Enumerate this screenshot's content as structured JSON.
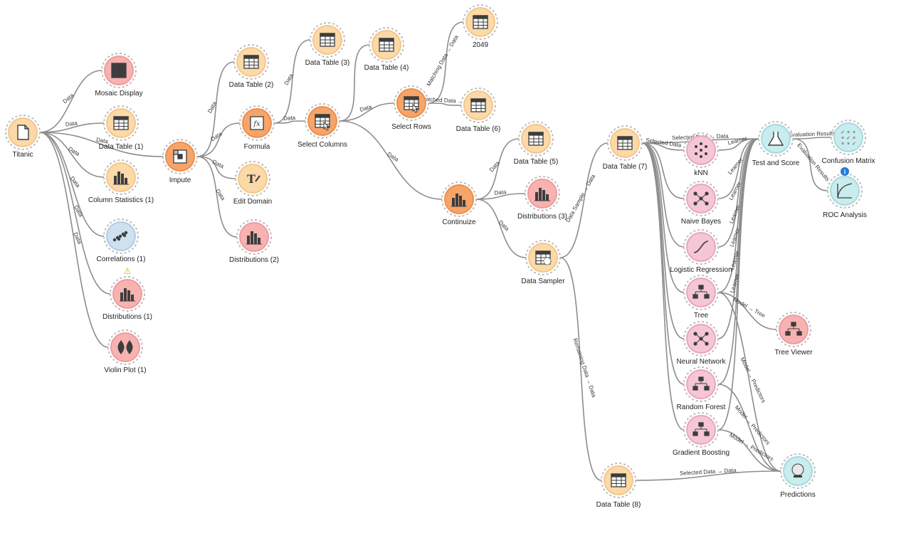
{
  "colors": {
    "data_widget": "#fbd9a8",
    "data_widget_ring": "#f5c78a",
    "transform_widget": "#f6a56a",
    "transform_ring": "#ef8e4a",
    "visualize_widget": "#f7b2b2",
    "visualize_ring": "#f29b9b",
    "model_widget": "#f5c6d6",
    "eval_widget": "#c9ecee",
    "corr_widget": "#cfe0f0",
    "link": "#8d8d8d"
  },
  "nodes": [
    {
      "id": "titanic",
      "label": "Titanic",
      "icon": "file-icon",
      "kind": "data"
    },
    {
      "id": "mosaic",
      "label": "Mosaic Display",
      "icon": "mosaic-icon",
      "kind": "visualize"
    },
    {
      "id": "dt1",
      "label": "Data Table (1)",
      "icon": "table-icon",
      "kind": "data"
    },
    {
      "id": "colstats",
      "label": "Column Statistics (1)",
      "icon": "bars-icon",
      "kind": "data"
    },
    {
      "id": "corr",
      "label": "Correlations (1)",
      "icon": "scatter-icon",
      "kind": "corr"
    },
    {
      "id": "dist1",
      "label": "Distributions (1)",
      "icon": "histogram-icon",
      "kind": "visualize",
      "warning": "⚠"
    },
    {
      "id": "violin",
      "label": "Violin Plot (1)",
      "icon": "violin-icon",
      "kind": "visualize"
    },
    {
      "id": "impute",
      "label": "Impute",
      "icon": "impute-icon",
      "kind": "transform"
    },
    {
      "id": "dt2",
      "label": "Data Table (2)",
      "icon": "table-icon",
      "kind": "data"
    },
    {
      "id": "formula",
      "label": "Formula",
      "icon": "formula-icon",
      "kind": "transform"
    },
    {
      "id": "editdomain",
      "label": "Edit Domain",
      "icon": "edit-domain-icon",
      "kind": "data"
    },
    {
      "id": "dist2",
      "label": "Distributions (2)",
      "icon": "histogram-icon",
      "kind": "visualize"
    },
    {
      "id": "dt3",
      "label": "Data Table (3)",
      "icon": "table-icon",
      "kind": "data"
    },
    {
      "id": "selcols",
      "label": "Select Columns",
      "icon": "select-columns-icon",
      "kind": "transform"
    },
    {
      "id": "dt4",
      "label": "Data Table (4)",
      "icon": "table-icon",
      "kind": "data"
    },
    {
      "id": "selrows",
      "label": "Select Rows",
      "icon": "select-rows-icon",
      "kind": "transform"
    },
    {
      "id": "n2049",
      "label": "2049",
      "icon": "table-icon",
      "kind": "data"
    },
    {
      "id": "dt6",
      "label": "Data Table (6)",
      "icon": "table-icon",
      "kind": "data"
    },
    {
      "id": "continuize",
      "label": "Continuize",
      "icon": "continuize-icon",
      "kind": "transform"
    },
    {
      "id": "dt5",
      "label": "Data Table (5)",
      "icon": "table-icon",
      "kind": "data"
    },
    {
      "id": "dist3",
      "label": "Distributions (3)",
      "icon": "histogram-icon",
      "kind": "visualize"
    },
    {
      "id": "sampler",
      "label": "Data Sampler",
      "icon": "sampler-icon",
      "kind": "data"
    },
    {
      "id": "dt7",
      "label": "Data Table (7)",
      "icon": "table-icon",
      "kind": "data"
    },
    {
      "id": "dt8",
      "label": "Data Table (8)",
      "icon": "table-icon",
      "kind": "data"
    },
    {
      "id": "knn",
      "label": "kNN",
      "icon": "knn-icon",
      "kind": "model"
    },
    {
      "id": "nb",
      "label": "Naive Bayes",
      "icon": "naive-bayes-icon",
      "kind": "model"
    },
    {
      "id": "logreg",
      "label": "Logistic Regression",
      "icon": "logistic-icon",
      "kind": "model"
    },
    {
      "id": "tree",
      "label": "Tree",
      "icon": "tree-icon",
      "kind": "model"
    },
    {
      "id": "nn",
      "label": "Neural Network",
      "icon": "neural-network-icon",
      "kind": "model"
    },
    {
      "id": "rf",
      "label": "Random Forest",
      "icon": "random-forest-icon",
      "kind": "model"
    },
    {
      "id": "gb",
      "label": "Gradient Boosting",
      "icon": "gradient-boosting-icon",
      "kind": "model"
    },
    {
      "id": "testscore",
      "label": "Test and Score",
      "icon": "flask-icon",
      "kind": "eval"
    },
    {
      "id": "confmat",
      "label": "Confusion Matrix",
      "icon": "confusion-matrix-icon",
      "kind": "eval"
    },
    {
      "id": "roc",
      "label": "ROC Analysis",
      "icon": "roc-icon",
      "kind": "eval",
      "info": "i"
    },
    {
      "id": "treeviewer",
      "label": "Tree Viewer",
      "icon": "tree-viewer-icon",
      "kind": "visualize"
    },
    {
      "id": "predictions",
      "label": "Predictions",
      "icon": "crystal-ball-icon",
      "kind": "eval"
    }
  ],
  "links": [
    {
      "from": "titanic",
      "to": "mosaic",
      "label": "Data"
    },
    {
      "from": "titanic",
      "to": "dt1",
      "label": "Data"
    },
    {
      "from": "titanic",
      "to": "impute",
      "label": "Data"
    },
    {
      "from": "titanic",
      "to": "colstats",
      "label": "Data"
    },
    {
      "from": "titanic",
      "to": "corr",
      "label": "Data"
    },
    {
      "from": "titanic",
      "to": "dist1",
      "label": "Data"
    },
    {
      "from": "titanic",
      "to": "violin",
      "label": "Data"
    },
    {
      "from": "impute",
      "to": "dt2",
      "label": "Data"
    },
    {
      "from": "impute",
      "to": "formula",
      "label": "Data"
    },
    {
      "from": "impute",
      "to": "editdomain",
      "label": "Data"
    },
    {
      "from": "impute",
      "to": "dist2",
      "label": "Data"
    },
    {
      "from": "formula",
      "to": "dt3",
      "label": "Data"
    },
    {
      "from": "formula",
      "to": "selcols",
      "label": "Data"
    },
    {
      "from": "selcols",
      "to": "dt4",
      "label": ""
    },
    {
      "from": "selcols",
      "to": "selrows",
      "label": "Data"
    },
    {
      "from": "selcols",
      "to": "continuize",
      "label": "Data"
    },
    {
      "from": "selrows",
      "to": "n2049",
      "label": "Matching Data → Data"
    },
    {
      "from": "selrows",
      "to": "dt6",
      "label": "Unmatched Data → Data"
    },
    {
      "from": "continuize",
      "to": "dt5",
      "label": "Data"
    },
    {
      "from": "continuize",
      "to": "dist3",
      "label": "Data"
    },
    {
      "from": "continuize",
      "to": "sampler",
      "label": "Data"
    },
    {
      "from": "sampler",
      "to": "dt7",
      "label": "Data Sample → Data"
    },
    {
      "from": "sampler",
      "to": "dt8",
      "label": "Remaining Data → Data"
    },
    {
      "from": "dt7",
      "to": "testscore",
      "label": "Selected Data → Data"
    },
    {
      "from": "dt7",
      "to": "knn",
      "label": "Selected Data"
    },
    {
      "from": "dt7",
      "to": "nb",
      "label": ""
    },
    {
      "from": "dt7",
      "to": "logreg",
      "label": ""
    },
    {
      "from": "dt7",
      "to": "tree",
      "label": ""
    },
    {
      "from": "dt7",
      "to": "nn",
      "label": ""
    },
    {
      "from": "dt7",
      "to": "rf",
      "label": ""
    },
    {
      "from": "dt7",
      "to": "gb",
      "label": ""
    },
    {
      "from": "knn",
      "to": "testscore",
      "label": "Learner"
    },
    {
      "from": "nb",
      "to": "testscore",
      "label": "Learner"
    },
    {
      "from": "logreg",
      "to": "testscore",
      "label": "Learner"
    },
    {
      "from": "tree",
      "to": "testscore",
      "label": "Learner"
    },
    {
      "from": "nn",
      "to": "testscore",
      "label": "Learner"
    },
    {
      "from": "rf",
      "to": "testscore",
      "label": "Learner"
    },
    {
      "from": "gb",
      "to": "testscore",
      "label": "Learner"
    },
    {
      "from": "testscore",
      "to": "confmat",
      "label": "Evaluation Results"
    },
    {
      "from": "testscore",
      "to": "roc",
      "label": "Evaluation Results"
    },
    {
      "from": "tree",
      "to": "treeviewer",
      "label": "Model → Tree"
    },
    {
      "from": "tree",
      "to": "predictions",
      "label": "Model → Predictors"
    },
    {
      "from": "rf",
      "to": "predictions",
      "label": "Model → Predictors"
    },
    {
      "from": "gb",
      "to": "predictions",
      "label": "Model → Predictors"
    },
    {
      "from": "dt8",
      "to": "predictions",
      "label": "Selected Data → Data"
    }
  ]
}
